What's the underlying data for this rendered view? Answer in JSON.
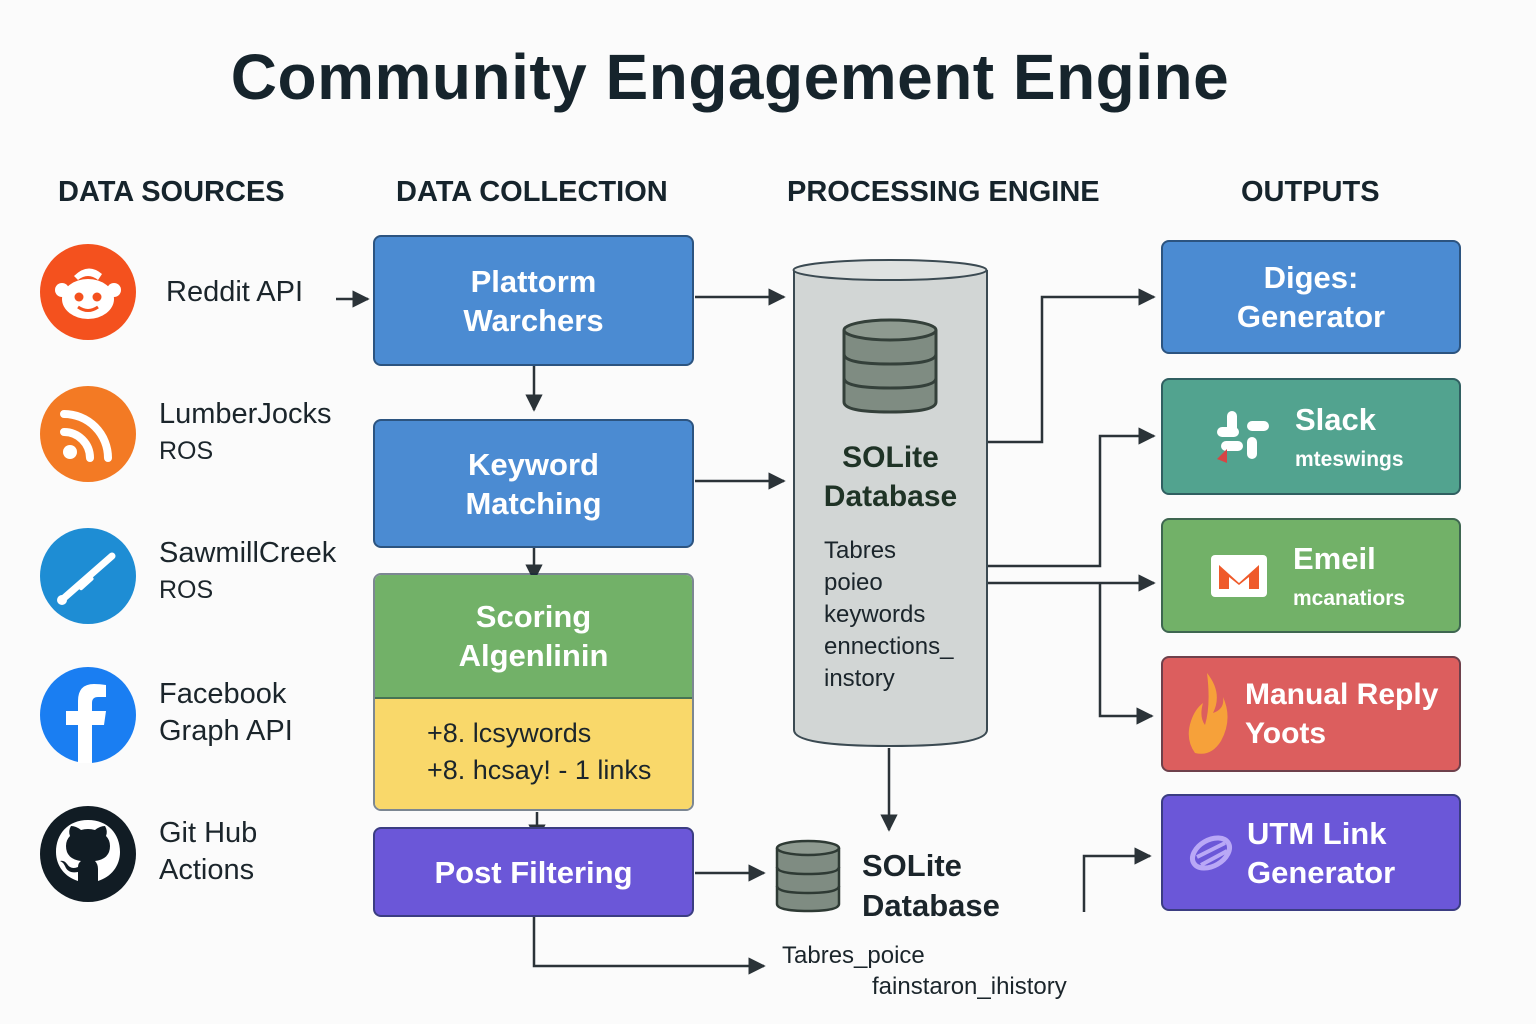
{
  "title": "Community Engagement Engine",
  "columns": {
    "sources": "DATA SOURCES",
    "collection": "DATA COLLECTION",
    "processing": "PROCESSING ENGINE",
    "outputs": "OUTPUTS"
  },
  "sources": [
    {
      "line1": "Reddit API",
      "line2": "",
      "icon": "reddit-icon",
      "color": "#f4511e"
    },
    {
      "line1": "LumberJocks",
      "line2": "ROS",
      "icon": "rss-icon",
      "color": "#f37a24"
    },
    {
      "line1": "SawmillCreek",
      "line2": "ROS",
      "icon": "saw-icon",
      "color": "#1e8dd4"
    },
    {
      "line1": "Facebook",
      "line2": "Graph API",
      "icon": "facebook-icon",
      "color": "#1a7ef2"
    },
    {
      "line1": "Git Hub",
      "line2": "Actions",
      "icon": "github-icon",
      "color": "#111c24"
    }
  ],
  "collection": {
    "platform": {
      "line1": "Plattorm",
      "line2": "Warchers"
    },
    "keyword": {
      "line1": "Keyword",
      "line2": "Matching"
    },
    "scoring": {
      "line1": "Scoring",
      "line2": "Algenlinin",
      "rule1": "+8. lcsywords",
      "rule2": "+8. hcsay! - 1 links"
    },
    "filter": {
      "label": "Post Filtering"
    }
  },
  "processing": {
    "db_line1": "SOLite",
    "db_line2": "Database",
    "tables": [
      "Tabres",
      "poieo",
      "keywords",
      "ennections_",
      "instory"
    ],
    "db2_line1": "SOLite",
    "db2_line2": "Database",
    "db2_tables1": "Tabres_poice",
    "db2_tables2": "fainstaron_ihistory"
  },
  "outputs": {
    "digest": {
      "line1": "Diges:",
      "line2": "Generator"
    },
    "slack": {
      "title": "Slack",
      "sub": "mteswings"
    },
    "email": {
      "title": "Emeil",
      "sub": "mcanatiors"
    },
    "manual": {
      "line1": "Manual Reply",
      "line2": "Yoots"
    },
    "utm": {
      "line1": "UTM Link",
      "line2": "Generator"
    }
  },
  "colors": {
    "blue": "#4b8bd2",
    "teal": "#52a38f",
    "green": "#72b168",
    "yellow": "#f9d86a",
    "red": "#dc5e5e",
    "purple": "#6b57d8",
    "cylinder": "#d2d6d5",
    "arrow": "#2b3338"
  }
}
